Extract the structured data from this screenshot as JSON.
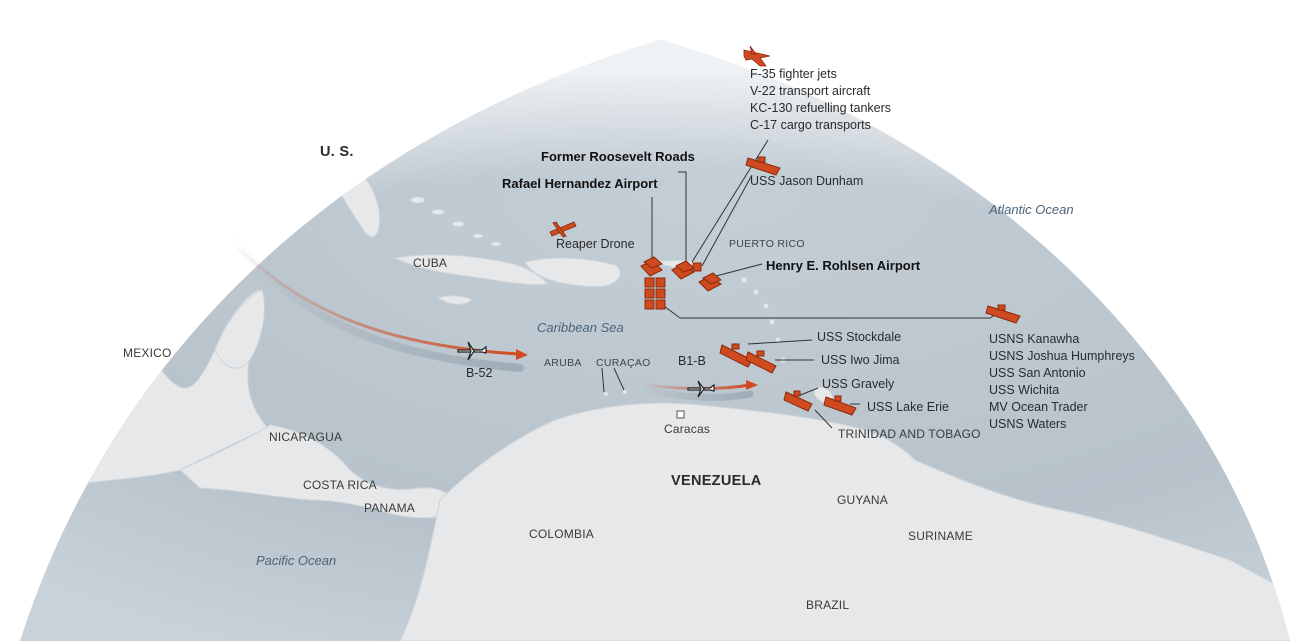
{
  "labels": {
    "us": "U. S.",
    "mexico": "MEXICO",
    "cuba": "CUBA",
    "puerto_rico": "PUERTO RICO",
    "nicaragua": "NICARAGUA",
    "costa_rica": "COSTA RICA",
    "panama": "PANAMA",
    "colombia": "COLOMBIA",
    "venezuela": "VENEZUELA",
    "guyana": "GUYANA",
    "suriname": "SURINAME",
    "brazil": "BRAZIL",
    "aruba": "ARUBA",
    "curacao": "CURAÇAO",
    "trinidad": "TRINIDAD AND TOBAGO",
    "caracas": "Caracas",
    "atlantic": "Atlantic Ocean",
    "caribbean": "Caribbean Sea",
    "pacific": "Pacific Ocean"
  },
  "bases": {
    "roosevelt": "Former Roosevelt Roads",
    "rafael": "Rafael Hernandez Airport",
    "rohlsen": "Henry E. Rohlsen Airport"
  },
  "aircraft": {
    "list": [
      "F-35 fighter jets",
      "V-22 transport aircraft",
      "KC-130 refuelling tankers",
      "C-17 cargo transports"
    ],
    "reaper": "Reaper Drone",
    "b52": "B-52",
    "b1b": "B1-B"
  },
  "ships": {
    "jason_dunham": "USS Jason Dunham",
    "stockdale": "USS Stockdale",
    "iwo_jima": "USS Iwo Jima",
    "gravely": "USS Gravely",
    "lake_erie": "USS Lake Erie",
    "group": [
      "USNS Kanawha",
      "USNS Joshua Humphreys",
      "USS San Antonio",
      "USS Wichita",
      "MV Ocean Trader",
      "USNS Waters"
    ]
  },
  "colors": {
    "sea": "#b9c4cd",
    "land": "#e6e8ea",
    "accent": "#d04a1f",
    "icon_edge": "#8a2a0c"
  }
}
